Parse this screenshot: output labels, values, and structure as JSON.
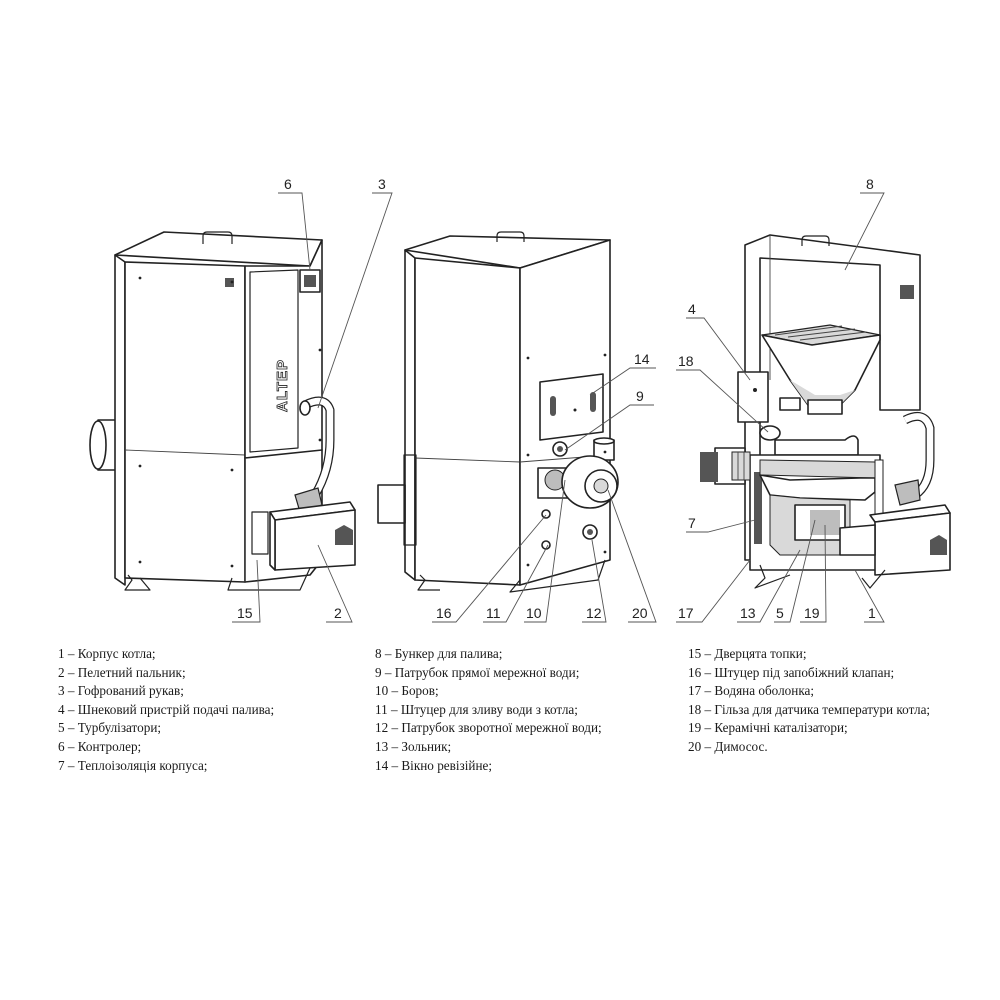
{
  "brand_text": "ALTEP",
  "callouts": {
    "v1_top_6": "6",
    "v1_top_3": "3",
    "v1_bot_15": "15",
    "v1_bot_2": "2",
    "v2_right_14": "14",
    "v2_right_9": "9",
    "v2_bot_16": "16",
    "v2_bot_11": "11",
    "v2_bot_10": "10",
    "v2_bot_12": "12",
    "v2_bot_20": "20",
    "v3_top_8": "8",
    "v3_left_4": "4",
    "v3_left_18": "18",
    "v3_left_7": "7",
    "v3_bot_17": "17",
    "v3_bot_13": "13",
    "v3_bot_5": "5",
    "v3_bot_19": "19",
    "v3_bot_1": "1"
  },
  "legend": {
    "col1": [
      "1 – Корпус котла;",
      "2 – Пелетний пальник;",
      "3 – Гофрований рукав;",
      "4 – Шнековий пристрій подачі палива;",
      "5 – Турбулізатори;",
      "6 – Контролер;",
      "7 – Теплоізоляція корпуса;"
    ],
    "col2": [
      "8 – Бункер для палива;",
      "9 – Патрубок прямої мережної води;",
      "10 – Боров;",
      "11 – Штуцер для зливу води з котла;",
      "12 – Патрубок зворотної мережної води;",
      "13 – Зольник;",
      "14 – Вікно ревізійне;"
    ],
    "col3": [
      "15 – Дверцята топки;",
      "16 – Штуцер під запобіжний клапан;",
      "17 – Водяна оболонка;",
      "18 – Гільза для датчика температури котла;",
      "19 – Керамічні каталізатори;",
      "20 – Димосос."
    ]
  }
}
